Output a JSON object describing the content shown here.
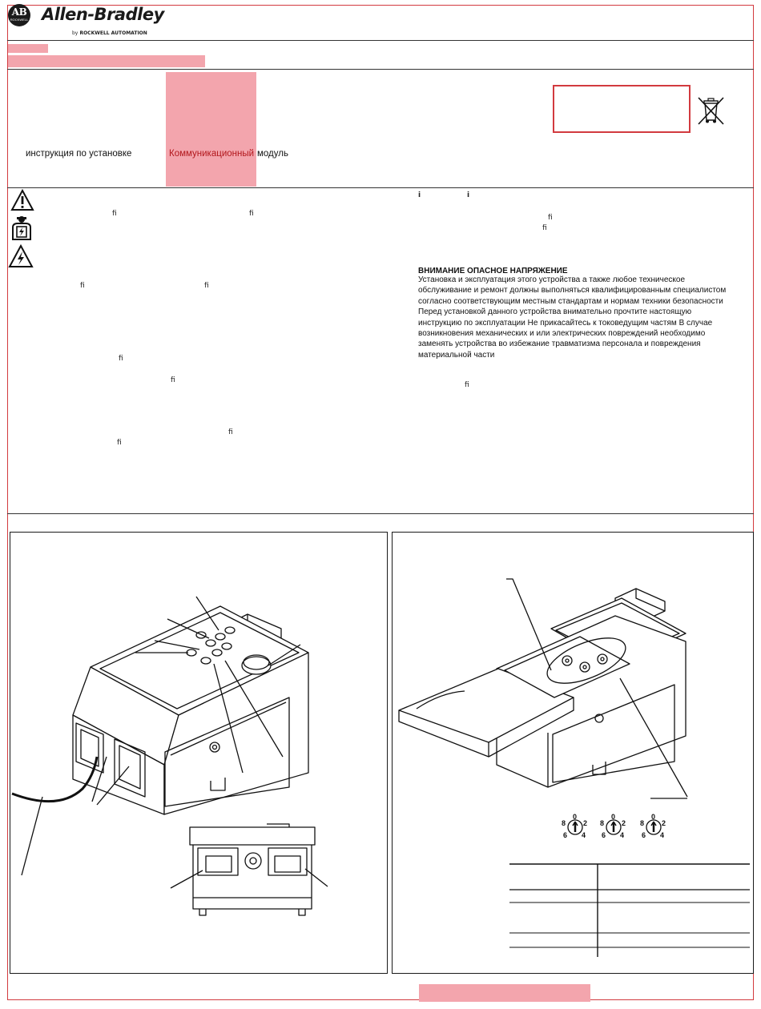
{
  "header": {
    "logo_text": "AB",
    "logo_subtext": "ROCKWELL",
    "brand_name": "Allen-Bradley",
    "brand_by": "by",
    "brand_company": "ROCKWELL AUTOMATION"
  },
  "title_block": {
    "doc_type_label": "инструкция по установке",
    "product_word_1": "Коммуникационный",
    "product_word_2": "модуль"
  },
  "left_column": {
    "ligature_glyph": "ﬁ"
  },
  "right_column": {
    "info_glyph": "i",
    "ligature_glyph": "ﬁ",
    "warning_title": "ВНИМАНИЕ  ОПАСНОЕ НАПРЯЖЕНИЕ",
    "warning_lines": [
      "Установка и эксплуатация этого устройства  а также любое техническое",
      "обслуживание и ремонт должны выполняться квалифицированным специалистом",
      "согласно соответствующим местным стандартам и нормам техники безопасности",
      "Перед установкой данного устройства внимательно прочтите настоящую",
      "инструкцию по эксплуатации  Не прикасайтесь к токоведущим частям  В случае",
      "возникновения механических и  или электрических повреждений необходимо",
      "заменять устройства во избежание травматизма персонала и повреждения",
      "материальной части"
    ]
  },
  "rotary_switches": {
    "digits": {
      "top": "0",
      "left_top": "8",
      "right_top": "2",
      "left_bottom": "6",
      "right_bottom": "4"
    }
  },
  "colors": {
    "highlight_pink": "#f3a5ad",
    "frame_red": "#d23a3f",
    "text_red": "#b2171c"
  },
  "icons": [
    "warning-triangle-icon",
    "qualified-personnel-icon",
    "electric-shock-icon",
    "weee-bin-icon"
  ]
}
